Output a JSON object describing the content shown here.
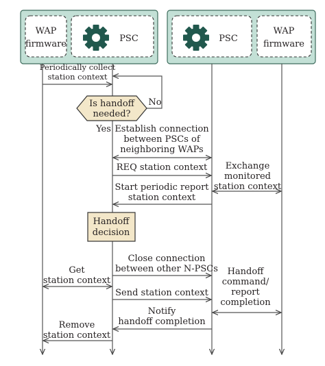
{
  "left_group": {
    "wap_label_line1": "WAP",
    "wap_label_line2": "firmware",
    "psc_label": "PSC"
  },
  "right_group": {
    "psc_label": "PSC",
    "wap_label_line1": "WAP",
    "wap_label_line2": "firmware"
  },
  "icons": {
    "left_psc": "gear-icon",
    "right_psc": "gear-icon"
  },
  "colors": {
    "group_fill": "#c3e0d6",
    "decision_fill": "#f3e7c9"
  },
  "steps": {
    "periodic_collect_line1": "Periodically collect",
    "periodic_collect_line2": "station context",
    "decision_line1": "Is handoff",
    "decision_line2": "needed?",
    "no_label": "No",
    "yes_label": "Yes",
    "establish_line1": "Establish connection",
    "establish_line2": "between PSCs of",
    "establish_line3": "neighboring WAPs",
    "req_context": "REQ station context",
    "exchange_line1": "Exchange",
    "exchange_line2": "monitored",
    "exchange_line3": "station context",
    "start_report_line1": "Start periodic report",
    "start_report_line2": "station context",
    "handoff_decision_line1": "Handoff",
    "handoff_decision_line2": "decision",
    "close_line1": "Close connection",
    "close_line2": "between other N-PSCs",
    "get_line1": "Get",
    "get_line2": "station context",
    "handoff_cmd_line1": "Handoff",
    "handoff_cmd_line2": "command/",
    "handoff_cmd_line3": "report",
    "handoff_cmd_line4": "completion",
    "send_context": "Send station context",
    "notify_line1": "Notify",
    "notify_line2": "handoff completion",
    "remove_line1": "Remove",
    "remove_line2": "station context"
  }
}
